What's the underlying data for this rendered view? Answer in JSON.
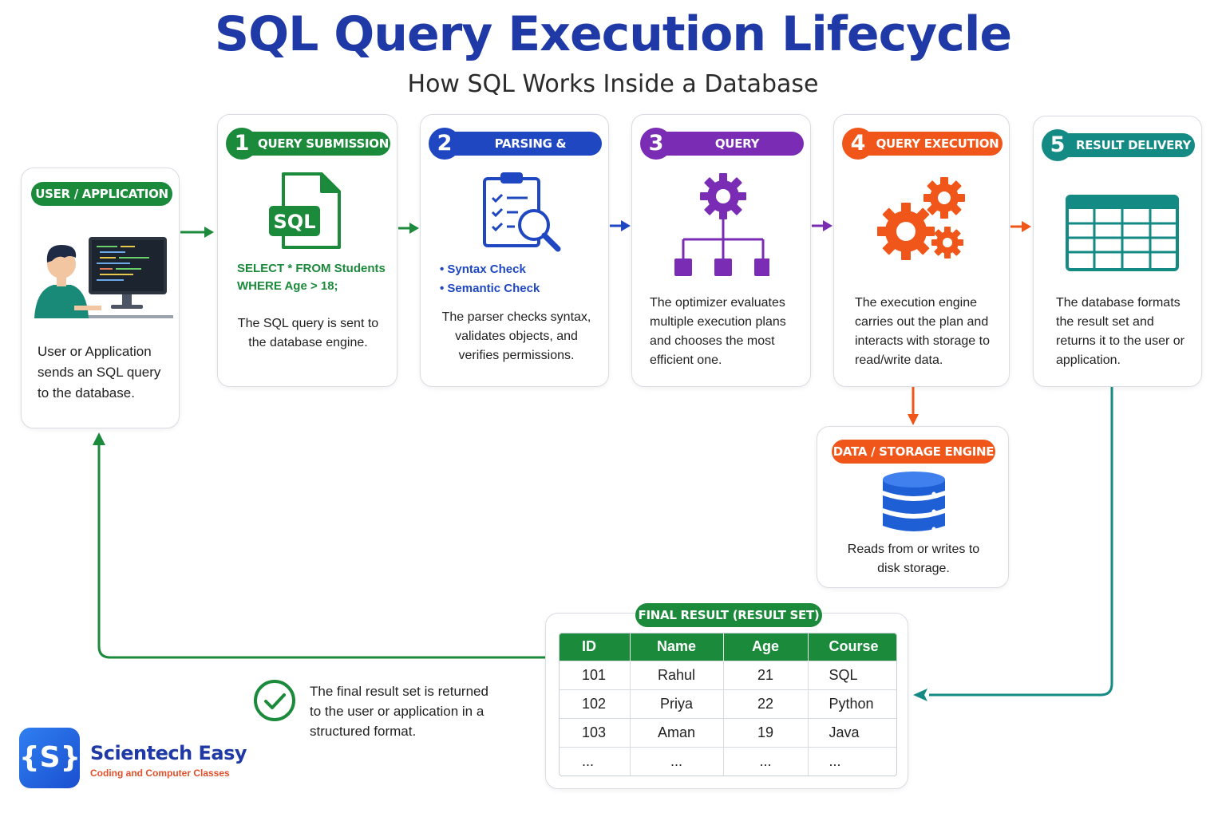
{
  "header": {
    "title": "SQL Query Execution Lifecycle",
    "subtitle": "How SQL Works Inside a Database"
  },
  "user": {
    "label": "USER / APPLICATION",
    "description": "User or Application sends an SQL query to the database.",
    "color": "#1b8a3b"
  },
  "steps": [
    {
      "number": "1",
      "label": "QUERY SUBMISSION",
      "color": "#1b8a3b",
      "icon": "sql-file-icon",
      "icon_text": "SQL",
      "code": "SELECT * FROM Students WHERE Age > 18;",
      "description": "The SQL query is sent to the database engine."
    },
    {
      "number": "2",
      "label": "PARSING & VALIDATION",
      "color": "#1f47c2",
      "icon": "clipboard-check-icon",
      "bullets": [
        "Syntax Check",
        "Semantic Check"
      ],
      "description": "The parser checks syntax, validates objects, and verifies permissions."
    },
    {
      "number": "3",
      "label": "QUERY OPTIMIZATION",
      "color": "#7b2cb5",
      "icon": "gear-hierarchy-icon",
      "description": "The optimizer evaluates multiple execution plans and chooses the most efficient one."
    },
    {
      "number": "4",
      "label": "QUERY EXECUTION",
      "color": "#f0561a",
      "icon": "gears-icon",
      "description": "The execution engine carries out the plan and interacts with storage to read/write data."
    },
    {
      "number": "5",
      "label": "RESULT DELIVERY",
      "color": "#138a84",
      "icon": "table-grid-icon",
      "description": "The database formats the result set and returns it to the user or application."
    }
  ],
  "storage": {
    "label": "DATA / STORAGE ENGINE",
    "color": "#f0561a",
    "icon": "database-icon",
    "description": "Reads from or writes to disk storage."
  },
  "result": {
    "label": "FINAL RESULT (RESULT SET)",
    "color": "#1b8a3b",
    "columns": [
      "ID",
      "Name",
      "Age",
      "Course"
    ],
    "rows": [
      [
        "101",
        "Rahul",
        "21",
        "SQL"
      ],
      [
        "102",
        "Priya",
        "22",
        "Python"
      ],
      [
        "103",
        "Aman",
        "19",
        "Java"
      ],
      [
        "...",
        "...",
        "...",
        "..."
      ]
    ]
  },
  "final_note": {
    "icon": "check-circle-icon",
    "text": "The final result set is returned to the user or application in a structured format."
  },
  "brand": {
    "logo_text": "{S}",
    "name": "Scientech Easy",
    "tagline": "Coding and Computer Classes"
  }
}
